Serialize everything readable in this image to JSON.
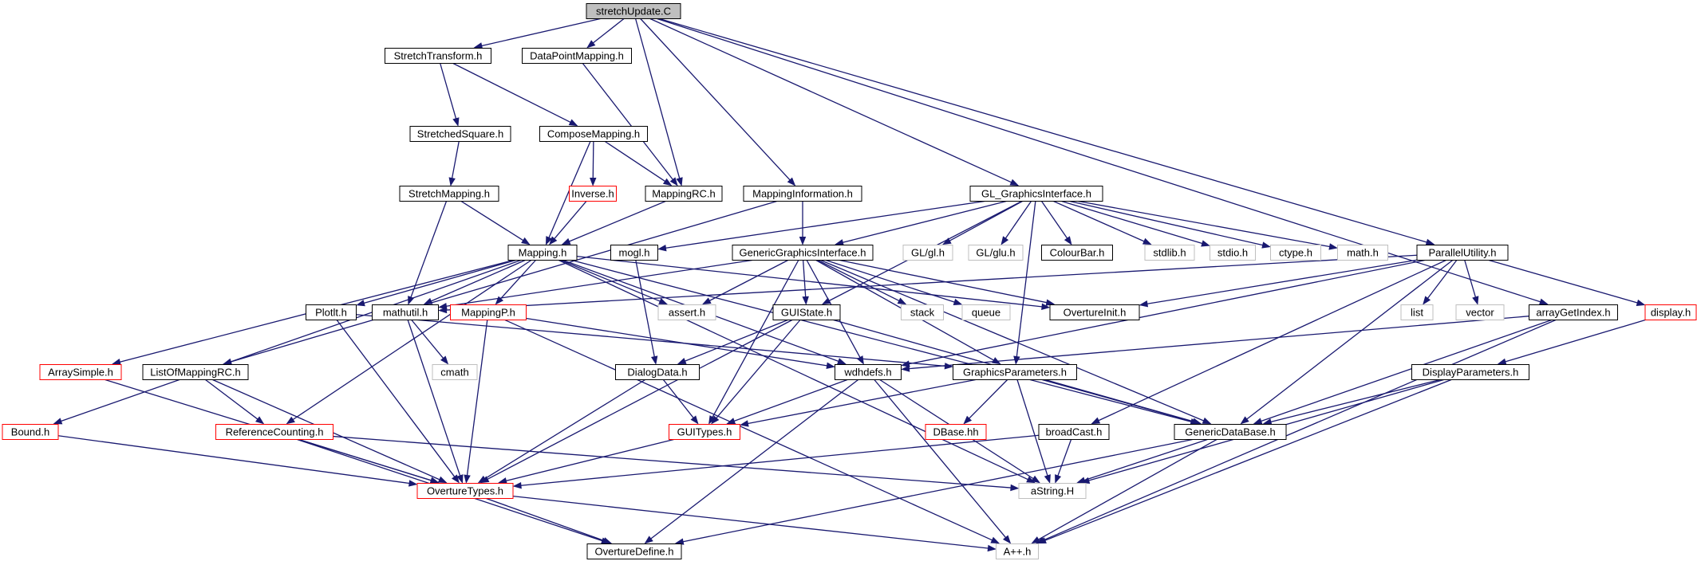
{
  "graph": {
    "colors": {
      "edge": "#191970",
      "root_fill": "#bfbfbf",
      "node_fill": "#ffffff",
      "border_documented": "#000000",
      "border_truncated": "#ff0000",
      "border_system": "#bfbfbf"
    },
    "nodes": [
      {
        "id": "root",
        "label": "stretchUpdate.C",
        "kind": "root"
      },
      {
        "id": "StretchTransform",
        "label": "StretchTransform.h",
        "kind": "documented"
      },
      {
        "id": "DataPointMapping",
        "label": "DataPointMapping.h",
        "kind": "documented"
      },
      {
        "id": "StretchedSquare",
        "label": "StretchedSquare.h",
        "kind": "documented"
      },
      {
        "id": "ComposeMapping",
        "label": "ComposeMapping.h",
        "kind": "documented"
      },
      {
        "id": "StretchMapping",
        "label": "StretchMapping.h",
        "kind": "documented"
      },
      {
        "id": "Inverse",
        "label": "Inverse.h",
        "kind": "truncated"
      },
      {
        "id": "MappingRC",
        "label": "MappingRC.h",
        "kind": "documented"
      },
      {
        "id": "MappingInformation",
        "label": "MappingInformation.h",
        "kind": "documented"
      },
      {
        "id": "GL_GraphicsInterface",
        "label": "GL_GraphicsInterface.h",
        "kind": "documented"
      },
      {
        "id": "Mapping",
        "label": "Mapping.h",
        "kind": "documented"
      },
      {
        "id": "mogl",
        "label": "mogl.h",
        "kind": "documented"
      },
      {
        "id": "GenericGraphicsInterface",
        "label": "GenericGraphicsInterface.h",
        "kind": "documented"
      },
      {
        "id": "GLgl",
        "label": "GL/gl.h",
        "kind": "system"
      },
      {
        "id": "GLglu",
        "label": "GL/glu.h",
        "kind": "system"
      },
      {
        "id": "ColourBar",
        "label": "ColourBar.h",
        "kind": "documented"
      },
      {
        "id": "stdlib",
        "label": "stdlib.h",
        "kind": "system"
      },
      {
        "id": "stdio",
        "label": "stdio.h",
        "kind": "system"
      },
      {
        "id": "ctype",
        "label": "ctype.h",
        "kind": "system"
      },
      {
        "id": "math",
        "label": "math.h",
        "kind": "system"
      },
      {
        "id": "ParallelUtility",
        "label": "ParallelUtility.h",
        "kind": "documented"
      },
      {
        "id": "Plotlt",
        "label": "Plotlt.h",
        "kind": "documented"
      },
      {
        "id": "mathutil",
        "label": "mathutil.h",
        "kind": "documented"
      },
      {
        "id": "MappingP",
        "label": "MappingP.h",
        "kind": "truncated"
      },
      {
        "id": "assert",
        "label": "assert.h",
        "kind": "system"
      },
      {
        "id": "GUIState",
        "label": "GUIState.h",
        "kind": "documented"
      },
      {
        "id": "stack",
        "label": "stack",
        "kind": "system"
      },
      {
        "id": "queue",
        "label": "queue",
        "kind": "system"
      },
      {
        "id": "OvertureInit",
        "label": "OvertureInit.h",
        "kind": "documented"
      },
      {
        "id": "list",
        "label": "list",
        "kind": "system"
      },
      {
        "id": "vector",
        "label": "vector",
        "kind": "system"
      },
      {
        "id": "arrayGetIndex",
        "label": "arrayGetIndex.h",
        "kind": "documented"
      },
      {
        "id": "display",
        "label": "display.h",
        "kind": "truncated"
      },
      {
        "id": "ArraySimple",
        "label": "ArraySimple.h",
        "kind": "truncated"
      },
      {
        "id": "ListOfMappingRC",
        "label": "ListOfMappingRC.h",
        "kind": "documented"
      },
      {
        "id": "cmath",
        "label": "cmath",
        "kind": "system"
      },
      {
        "id": "DialogData",
        "label": "DialogData.h",
        "kind": "documented"
      },
      {
        "id": "wdhdefs",
        "label": "wdhdefs.h",
        "kind": "documented"
      },
      {
        "id": "GraphicsParameters",
        "label": "GraphicsParameters.h",
        "kind": "documented"
      },
      {
        "id": "DisplayParameters",
        "label": "DisplayParameters.h",
        "kind": "documented"
      },
      {
        "id": "Bound",
        "label": "Bound.h",
        "kind": "truncated"
      },
      {
        "id": "ReferenceCounting",
        "label": "ReferenceCounting.h",
        "kind": "truncated"
      },
      {
        "id": "GUITypes",
        "label": "GUITypes.h",
        "kind": "truncated"
      },
      {
        "id": "DBase",
        "label": "DBase.hh",
        "kind": "truncated"
      },
      {
        "id": "broadCast",
        "label": "broadCast.h",
        "kind": "documented"
      },
      {
        "id": "GenericDataBase",
        "label": "GenericDataBase.h",
        "kind": "documented"
      },
      {
        "id": "OvertureTypes",
        "label": "OvertureTypes.h",
        "kind": "truncated"
      },
      {
        "id": "aString",
        "label": "aString.H",
        "kind": "system"
      },
      {
        "id": "OvertureDefine",
        "label": "OvertureDefine.h",
        "kind": "documented"
      },
      {
        "id": "App",
        "label": "A++.h",
        "kind": "system"
      }
    ],
    "edges": [
      [
        "root",
        "StretchTransform"
      ],
      [
        "root",
        "DataPointMapping"
      ],
      [
        "root",
        "MappingRC"
      ],
      [
        "root",
        "MappingInformation"
      ],
      [
        "root",
        "GL_GraphicsInterface"
      ],
      [
        "root",
        "ParallelUtility"
      ],
      [
        "root",
        "arrayGetIndex"
      ],
      [
        "StretchTransform",
        "StretchedSquare"
      ],
      [
        "StretchTransform",
        "ComposeMapping"
      ],
      [
        "DataPointMapping",
        "MappingRC"
      ],
      [
        "StretchedSquare",
        "StretchMapping"
      ],
      [
        "ComposeMapping",
        "Inverse"
      ],
      [
        "ComposeMapping",
        "MappingRC"
      ],
      [
        "ComposeMapping",
        "Mapping"
      ],
      [
        "StretchMapping",
        "Mapping"
      ],
      [
        "StretchMapping",
        "mathutil"
      ],
      [
        "Inverse",
        "Mapping"
      ],
      [
        "MappingRC",
        "Mapping"
      ],
      [
        "MappingInformation",
        "GenericGraphicsInterface"
      ],
      [
        "MappingInformation",
        "ListOfMappingRC"
      ],
      [
        "GL_GraphicsInterface",
        "mogl"
      ],
      [
        "GL_GraphicsInterface",
        "GenericGraphicsInterface"
      ],
      [
        "GL_GraphicsInterface",
        "GLgl"
      ],
      [
        "GL_GraphicsInterface",
        "GLglu"
      ],
      [
        "GL_GraphicsInterface",
        "ColourBar"
      ],
      [
        "GL_GraphicsInterface",
        "stdlib"
      ],
      [
        "GL_GraphicsInterface",
        "stdio"
      ],
      [
        "GL_GraphicsInterface",
        "ctype"
      ],
      [
        "GL_GraphicsInterface",
        "math"
      ],
      [
        "GL_GraphicsInterface",
        "GUIState"
      ],
      [
        "GL_GraphicsInterface",
        "GraphicsParameters"
      ],
      [
        "Mapping",
        "Plotlt"
      ],
      [
        "Mapping",
        "mathutil"
      ],
      [
        "Mapping",
        "MappingP"
      ],
      [
        "Mapping",
        "assert"
      ],
      [
        "Mapping",
        "ArraySimple"
      ],
      [
        "Mapping",
        "Bound"
      ],
      [
        "Mapping",
        "ReferenceCounting"
      ],
      [
        "Mapping",
        "wdhdefs"
      ],
      [
        "Mapping",
        "aString"
      ],
      [
        "Mapping",
        "OvertureInit"
      ],
      [
        "Mapping",
        "GenericDataBase"
      ],
      [
        "mogl",
        "DialogData"
      ],
      [
        "GenericGraphicsInterface",
        "GUIState"
      ],
      [
        "GenericGraphicsInterface",
        "stack"
      ],
      [
        "GenericGraphicsInterface",
        "queue"
      ],
      [
        "GenericGraphicsInterface",
        "OvertureInit"
      ],
      [
        "GenericGraphicsInterface",
        "assert"
      ],
      [
        "GenericGraphicsInterface",
        "mathutil"
      ],
      [
        "GenericGraphicsInterface",
        "GUITypes"
      ],
      [
        "GenericGraphicsInterface",
        "GraphicsParameters"
      ],
      [
        "GenericGraphicsInterface",
        "GenericDataBase"
      ],
      [
        "GenericGraphicsInterface",
        "wdhdefs"
      ],
      [
        "ParallelUtility",
        "list"
      ],
      [
        "ParallelUtility",
        "vector"
      ],
      [
        "ParallelUtility",
        "display"
      ],
      [
        "ParallelUtility",
        "OvertureInit"
      ],
      [
        "ParallelUtility",
        "mathutil"
      ],
      [
        "ParallelUtility",
        "wdhdefs"
      ],
      [
        "ParallelUtility",
        "GenericDataBase"
      ],
      [
        "ParallelUtility",
        "broadCast"
      ],
      [
        "Plotlt",
        "GraphicsParameters"
      ],
      [
        "Plotlt",
        "OvertureTypes"
      ],
      [
        "mathutil",
        "cmath"
      ],
      [
        "mathutil",
        "OvertureTypes"
      ],
      [
        "MappingP",
        "wdhdefs"
      ],
      [
        "MappingP",
        "OvertureTypes"
      ],
      [
        "MappingP",
        "App"
      ],
      [
        "GUIState",
        "DialogData"
      ],
      [
        "GUIState",
        "GUITypes"
      ],
      [
        "GUIState",
        "OvertureTypes"
      ],
      [
        "GUIState",
        "GenericDataBase"
      ],
      [
        "arrayGetIndex",
        "wdhdefs"
      ],
      [
        "arrayGetIndex",
        "GenericDataBase"
      ],
      [
        "arrayGetIndex",
        "App"
      ],
      [
        "display",
        "DisplayParameters"
      ],
      [
        "ArraySimple",
        "OvertureTypes"
      ],
      [
        "ListOfMappingRC",
        "ReferenceCounting"
      ],
      [
        "ListOfMappingRC",
        "OvertureTypes"
      ],
      [
        "DialogData",
        "GUITypes"
      ],
      [
        "DialogData",
        "OvertureTypes"
      ],
      [
        "wdhdefs",
        "GUITypes"
      ],
      [
        "wdhdefs",
        "aString"
      ],
      [
        "wdhdefs",
        "App"
      ],
      [
        "wdhdefs",
        "OvertureDefine"
      ],
      [
        "GraphicsParameters",
        "GUITypes"
      ],
      [
        "GraphicsParameters",
        "DBase"
      ],
      [
        "GraphicsParameters",
        "GenericDataBase"
      ],
      [
        "GraphicsParameters",
        "aString"
      ],
      [
        "DisplayParameters",
        "GenericDataBase"
      ],
      [
        "DisplayParameters",
        "aString"
      ],
      [
        "DisplayParameters",
        "App"
      ],
      [
        "Bound",
        "OvertureTypes"
      ],
      [
        "ReferenceCounting",
        "OvertureTypes"
      ],
      [
        "ReferenceCounting",
        "aString"
      ],
      [
        "ReferenceCounting",
        "OvertureDefine"
      ],
      [
        "GUITypes",
        "OvertureTypes"
      ],
      [
        "broadCast",
        "aString"
      ],
      [
        "broadCast",
        "OvertureTypes"
      ],
      [
        "GenericDataBase",
        "aString"
      ],
      [
        "GenericDataBase",
        "App"
      ],
      [
        "GenericDataBase",
        "OvertureDefine"
      ],
      [
        "OvertureTypes",
        "OvertureDefine"
      ],
      [
        "OvertureTypes",
        "App"
      ]
    ]
  }
}
